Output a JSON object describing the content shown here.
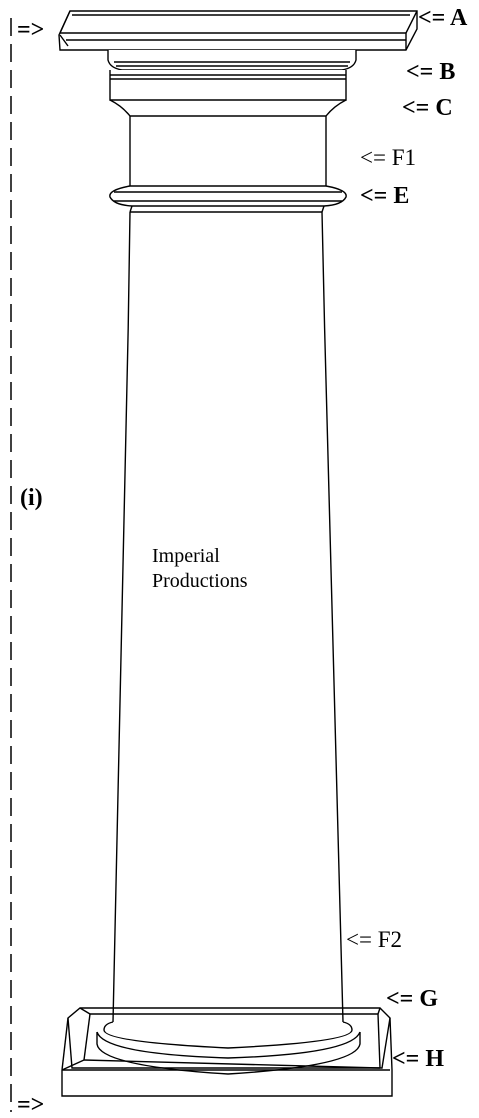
{
  "labels": {
    "top_arrow": "=>",
    "bottom_arrow": "=>",
    "A": "<= A",
    "B": "<= B",
    "C": "<= C",
    "F1": "<= F1",
    "E": "<= E",
    "F2": "<= F2",
    "G": "<= G",
    "H": "<= H",
    "i": "(i)"
  },
  "watermark": {
    "line1": "Imperial",
    "line2": "Productions"
  }
}
